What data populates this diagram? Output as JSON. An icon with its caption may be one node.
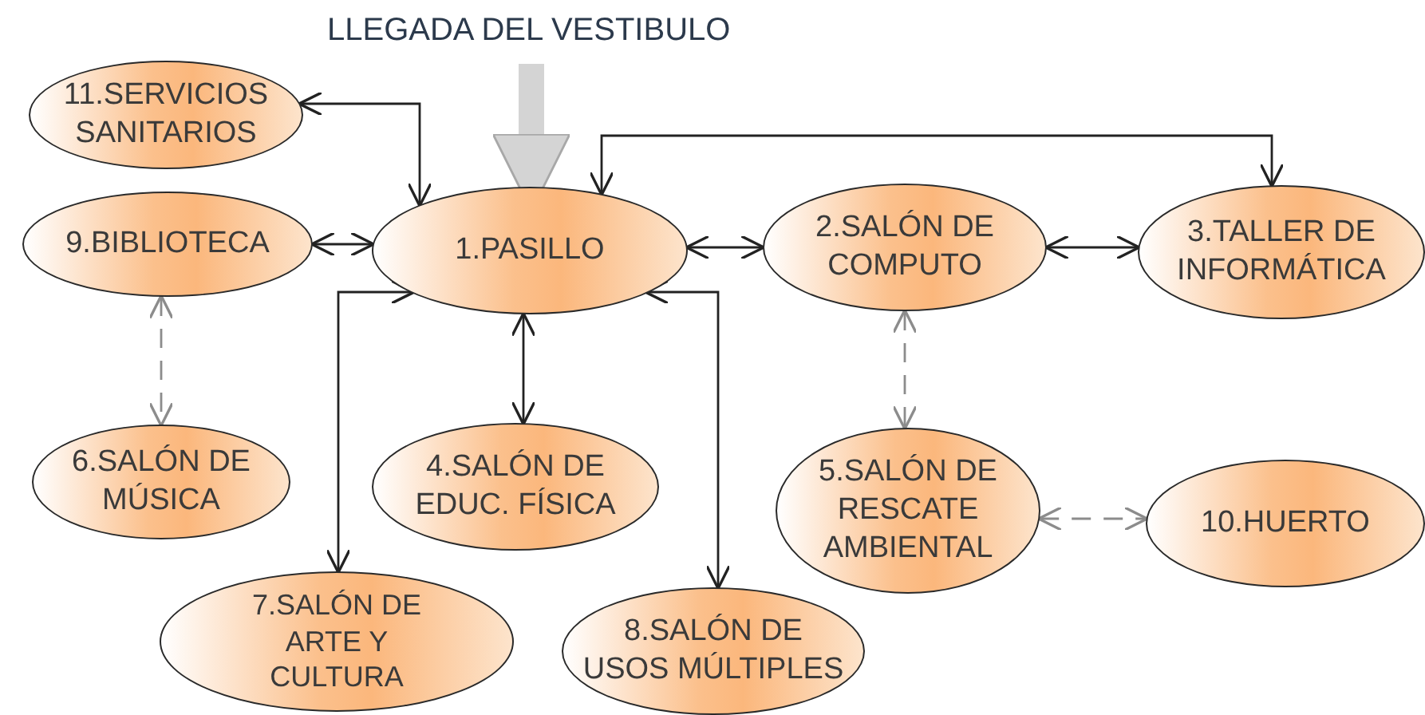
{
  "diagram": {
    "nodes": [
      {
        "text": [
          "LLEGADA DEL VESTIBULO"
        ]
      },
      {
        "text": [
          "11.SERVICIOS SANITARIOS"
        ]
      },
      {
        "text": [
          "9.BIBLIOTECA"
        ]
      },
      {
        "text": [
          "1.PASILLO"
        ]
      },
      {
        "text": [
          "2.SALÓN DE COMPUTO"
        ]
      },
      {
        "text": [
          "3.TALLER DE INFORMÁTICA"
        ]
      },
      {
        "text": [
          "6.SALÓN DE MÚSICA"
        ]
      },
      {
        "text": [
          "4.SALÓN DE EDUC. FÍSICA"
        ]
      },
      {
        "text": [
          "5.SALÓN DE RESCATE AMBIENTAL"
        ]
      },
      {
        "text": [
          "10.HUERTO"
        ]
      },
      {
        "text": [
          "7.SALÓN DE ARTE Y CULTURA"
        ]
      },
      {
        "text": [
          "8.SALÓN DE USOS MÚLTIPLES"
        ]
      }
    ],
    "edges": [
      {
        "from": 0,
        "to": 3,
        "arrow": "to",
        "style": "thick",
        "color": "#d4d4d4"
      },
      {
        "from": 3,
        "to": 1,
        "arrow": "both"
      },
      {
        "from": 3,
        "to": 2,
        "arrow": "both"
      },
      {
        "from": 3,
        "to": 4,
        "arrow": "both"
      },
      {
        "from": 4,
        "to": 5,
        "arrow": "both"
      },
      {
        "from": 3,
        "to": 5,
        "arrow": "both"
      },
      {
        "from": 2,
        "to": 6,
        "arrow": "both",
        "style": "dashed",
        "color": "#8c8c8c"
      },
      {
        "from": 3,
        "to": 7,
        "arrow": "both"
      },
      {
        "from": 3,
        "to": 10,
        "arrow": "both"
      },
      {
        "from": 3,
        "to": 11,
        "arrow": "both"
      },
      {
        "from": 4,
        "to": 8,
        "arrow": "both",
        "style": "dashed",
        "color": "#8c8c8c"
      },
      {
        "from": 8,
        "to": 9,
        "arrow": "both",
        "style": "dashed",
        "color": "#8c8c8c"
      }
    ]
  }
}
